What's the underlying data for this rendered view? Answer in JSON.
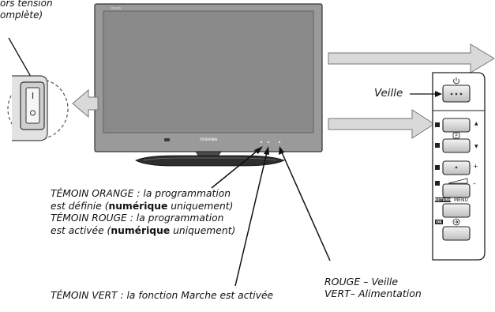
{
  "callouts": {
    "power_switch_line1": "ors tension",
    "power_switch_line2": "omplète)",
    "standby_label": "Veille",
    "orange_line1": "TÉMOIN ORANGE : la programmation",
    "orange_line2_pre": "est définie (",
    "orange_line2_bold": "numérique",
    "orange_line2_post": " uniquement)",
    "red_line1": "TÉMOIN ROUGE : la programmation",
    "red_line2_pre": "est activée (",
    "red_line2_bold": "numérique",
    "red_line2_post": " uniquement)",
    "green_line": "TÉMOIN VERT : la fonction Marche est activée",
    "led_red": "ROUGE – Veille",
    "led_green": "VERT– Alimentation"
  },
  "tv": {
    "brand": "TOSHIBA",
    "top_badge": "REGZA"
  },
  "side_panel": {
    "program_badge": "P",
    "return_label": "RETURN",
    "menu_label": "MENU",
    "ok_label": "OK",
    "plus_sign": "+",
    "minus_sign": "–",
    "up_arrow": "▲",
    "down_arrow": "▼"
  }
}
